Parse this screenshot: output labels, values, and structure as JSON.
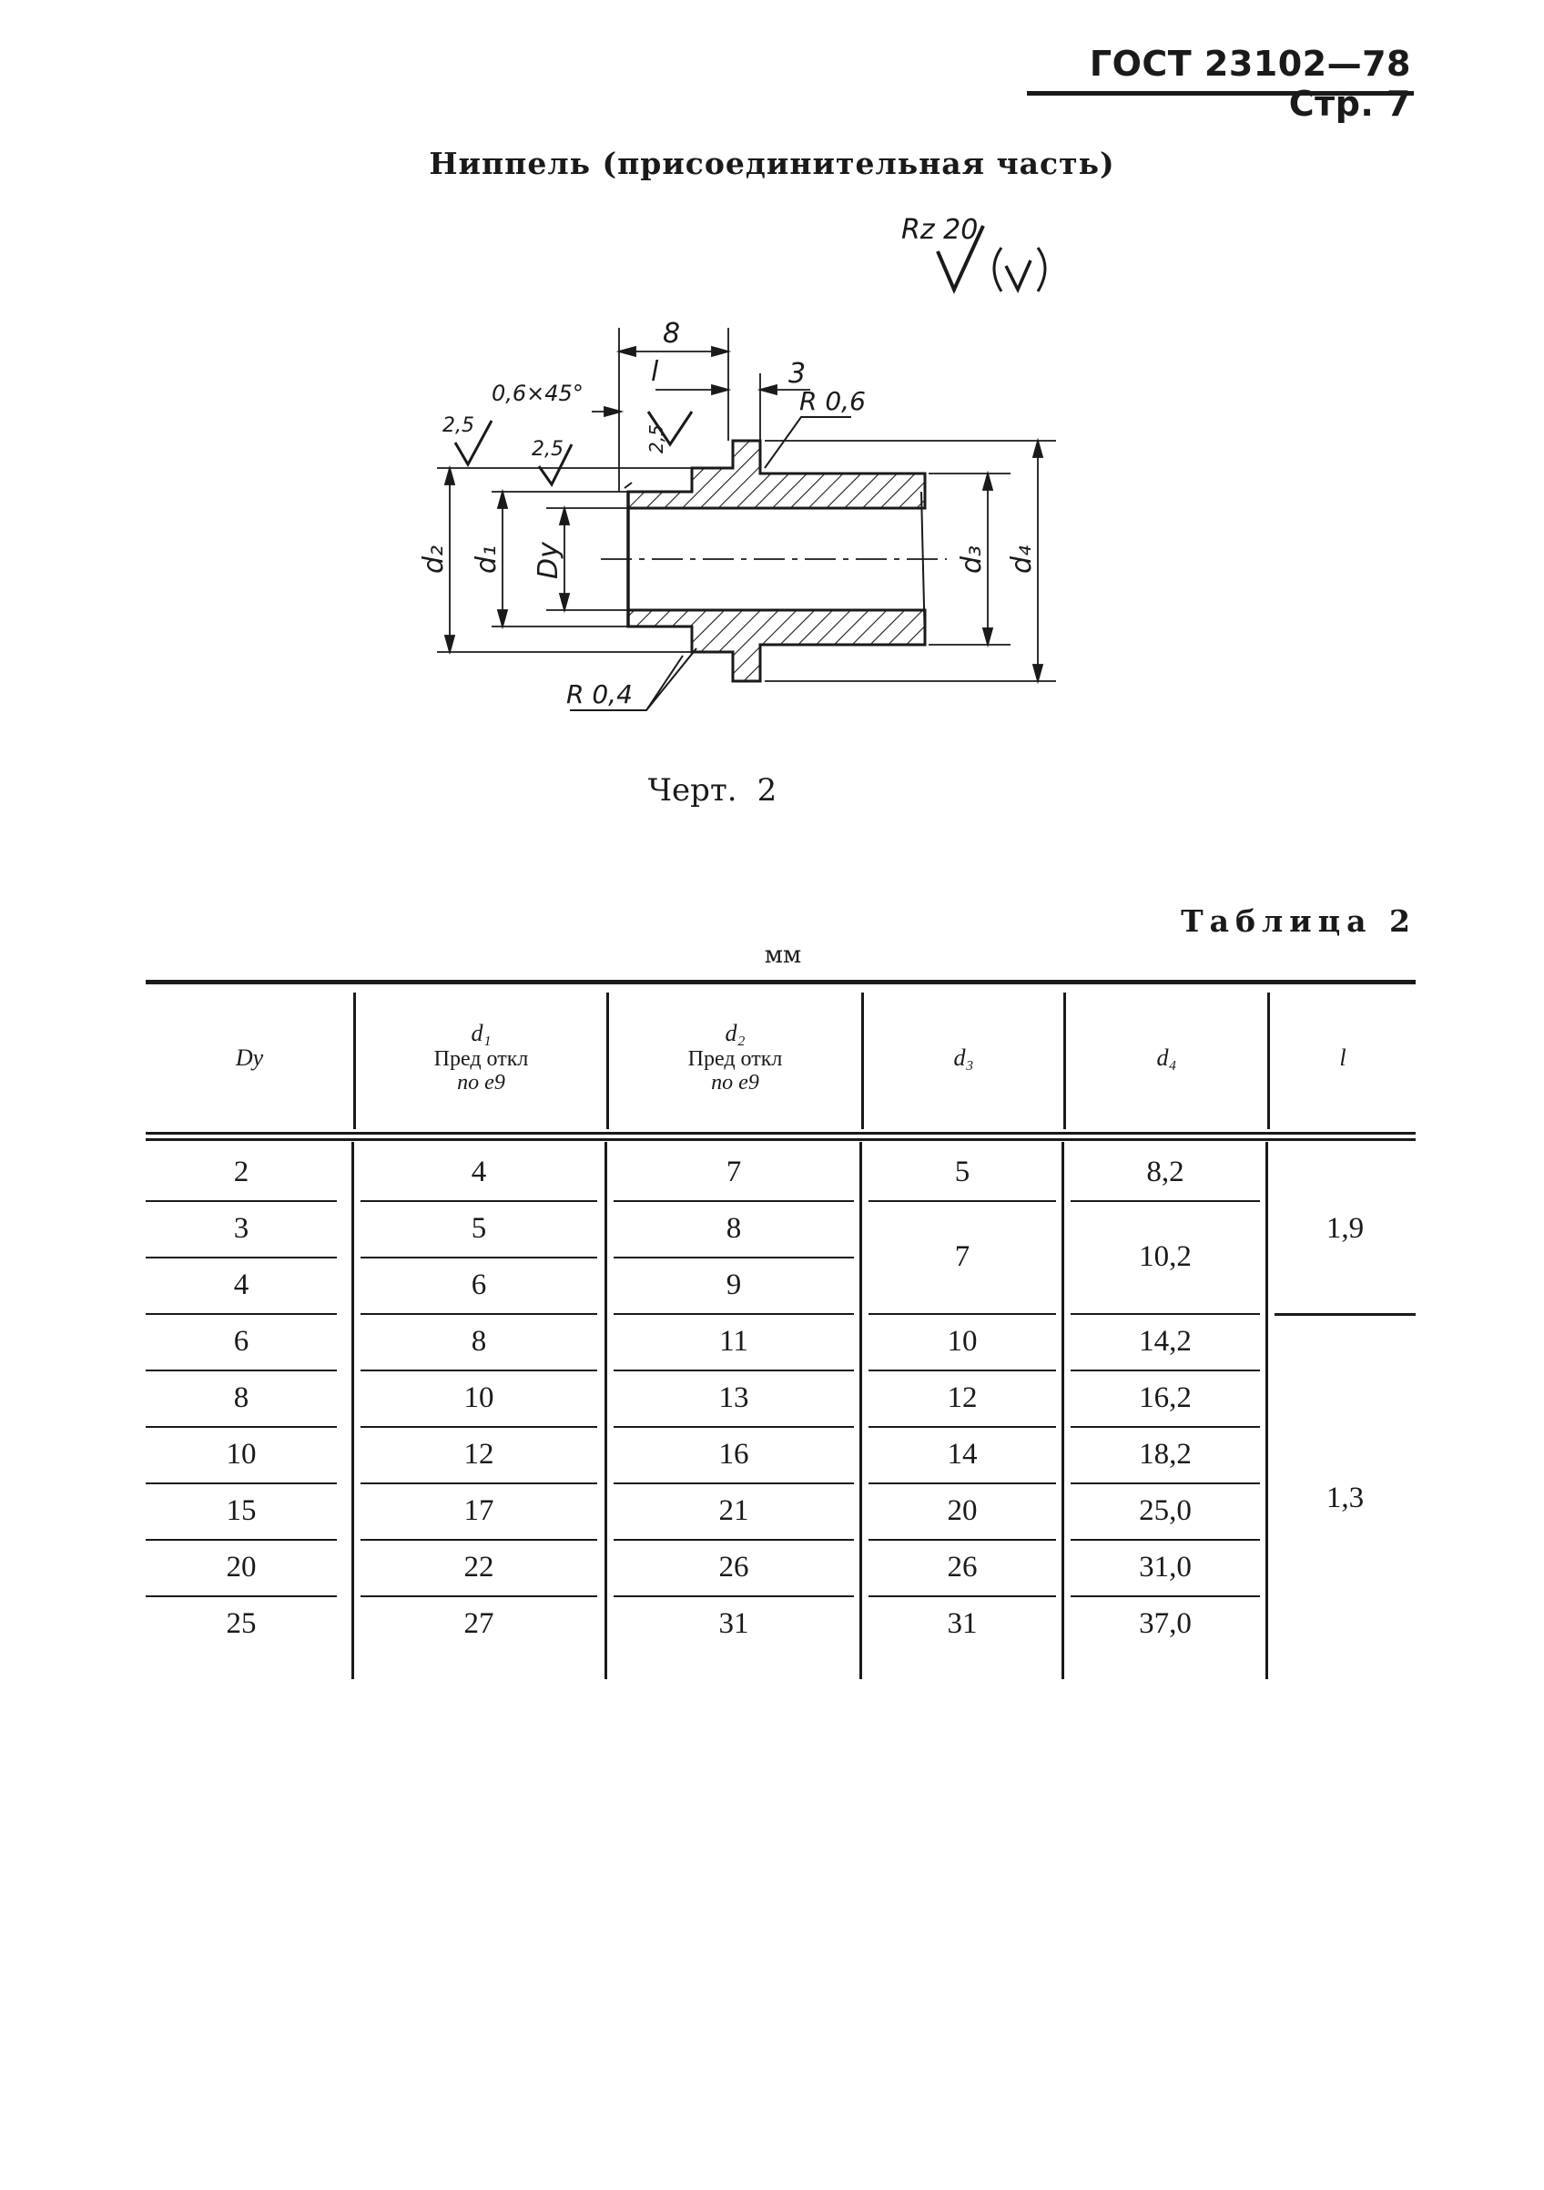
{
  "header": {
    "text": "ГОСТ 23102—78 Стр. 7"
  },
  "part_title": "Ниппель (присоединительная часть)",
  "drawing": {
    "roughness_overall": "Rz 20",
    "dim_length_total": "8",
    "dim_l": "l",
    "dim_3": "3",
    "chamfer": "0,6×45°",
    "radius_top": "R 0,6",
    "radius_bottom": "R 0,4",
    "roughness_outer": "2,5",
    "roughness_face": "2,5",
    "roughness_small": "2,5",
    "label_d2": "d₂",
    "label_d1": "d₁",
    "label_Dy": "Dу",
    "label_d3": "d₃",
    "label_d4": "d₄"
  },
  "caption": {
    "prefix": "Черт.",
    "number": "2"
  },
  "table": {
    "label": "Таблица 2",
    "units": "мм",
    "headers": [
      {
        "symbol": "Dу",
        "lines": []
      },
      {
        "symbol": "d₁",
        "lines": [
          "Пред откл",
          "по е9"
        ]
      },
      {
        "symbol": "d₂",
        "lines": [
          "Пред откл",
          "по е9"
        ]
      },
      {
        "symbol": "d₃",
        "lines": []
      },
      {
        "symbol": "d₄",
        "lines": []
      },
      {
        "symbol": "l",
        "lines": []
      }
    ],
    "rows": [
      [
        "2",
        "4",
        "7"
      ],
      [
        "3",
        "5",
        "8"
      ],
      [
        "4",
        "6",
        "9"
      ],
      [
        "6",
        "8",
        "11"
      ],
      [
        "8",
        "10",
        "13"
      ],
      [
        "10",
        "12",
        "16"
      ],
      [
        "15",
        "17",
        "21"
      ],
      [
        "20",
        "22",
        "26"
      ],
      [
        "25",
        "27",
        "31"
      ]
    ],
    "d3_values": [
      "5",
      "7",
      "10",
      "12",
      "14",
      "20",
      "26",
      "31"
    ],
    "d4_values": [
      "8,2",
      "10,2",
      "14,2",
      "16,2",
      "18,2",
      "25,0",
      "31,0",
      "37,0"
    ],
    "l_values": [
      "1,9",
      "1,3"
    ]
  }
}
